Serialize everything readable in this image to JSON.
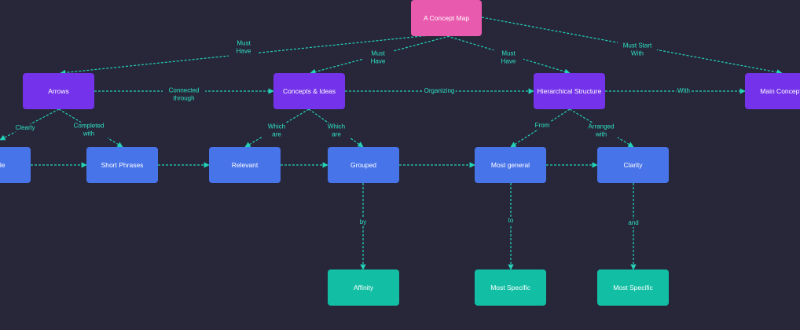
{
  "colors": {
    "background": "#272739",
    "root": "#e85aae",
    "concept": "#7433ea",
    "detail": "#4874ea",
    "leaf": "#12bfa4",
    "edge": "#23d2b9"
  },
  "nodes": {
    "root": "A Concept Map",
    "arrows": "Arrows",
    "concepts_ideas": "Concepts & Ideas",
    "hierarchical_structure": "Hierarchical Structure",
    "main_concept": "Main Concept",
    "simple": "Simple",
    "short_phrases": "Short Phrases",
    "relevant": "Relevant",
    "grouped": "Grouped",
    "most_general": "Most general",
    "clarity": "Clarity",
    "affinity": "Affinity",
    "most_specific_1": "Most Specific",
    "most_specific_2": "Most Specific"
  },
  "edge_labels": {
    "root_arrows": "Must Have",
    "root_concepts": "Must Have",
    "root_hier": "Must Have",
    "root_main": "Must Start With",
    "arrows_concepts": "Connected through",
    "concepts_hier": "Organizing",
    "hier_main": "With",
    "arrows_simple": "Clearly",
    "arrows_short": "Completed with",
    "concepts_relevant": "Which are",
    "concepts_grouped": "Which are",
    "hier_general": "From",
    "hier_clarity": "Arranged with",
    "grouped_affinity": "by",
    "general_specific": "to",
    "clarity_specific": "and"
  }
}
